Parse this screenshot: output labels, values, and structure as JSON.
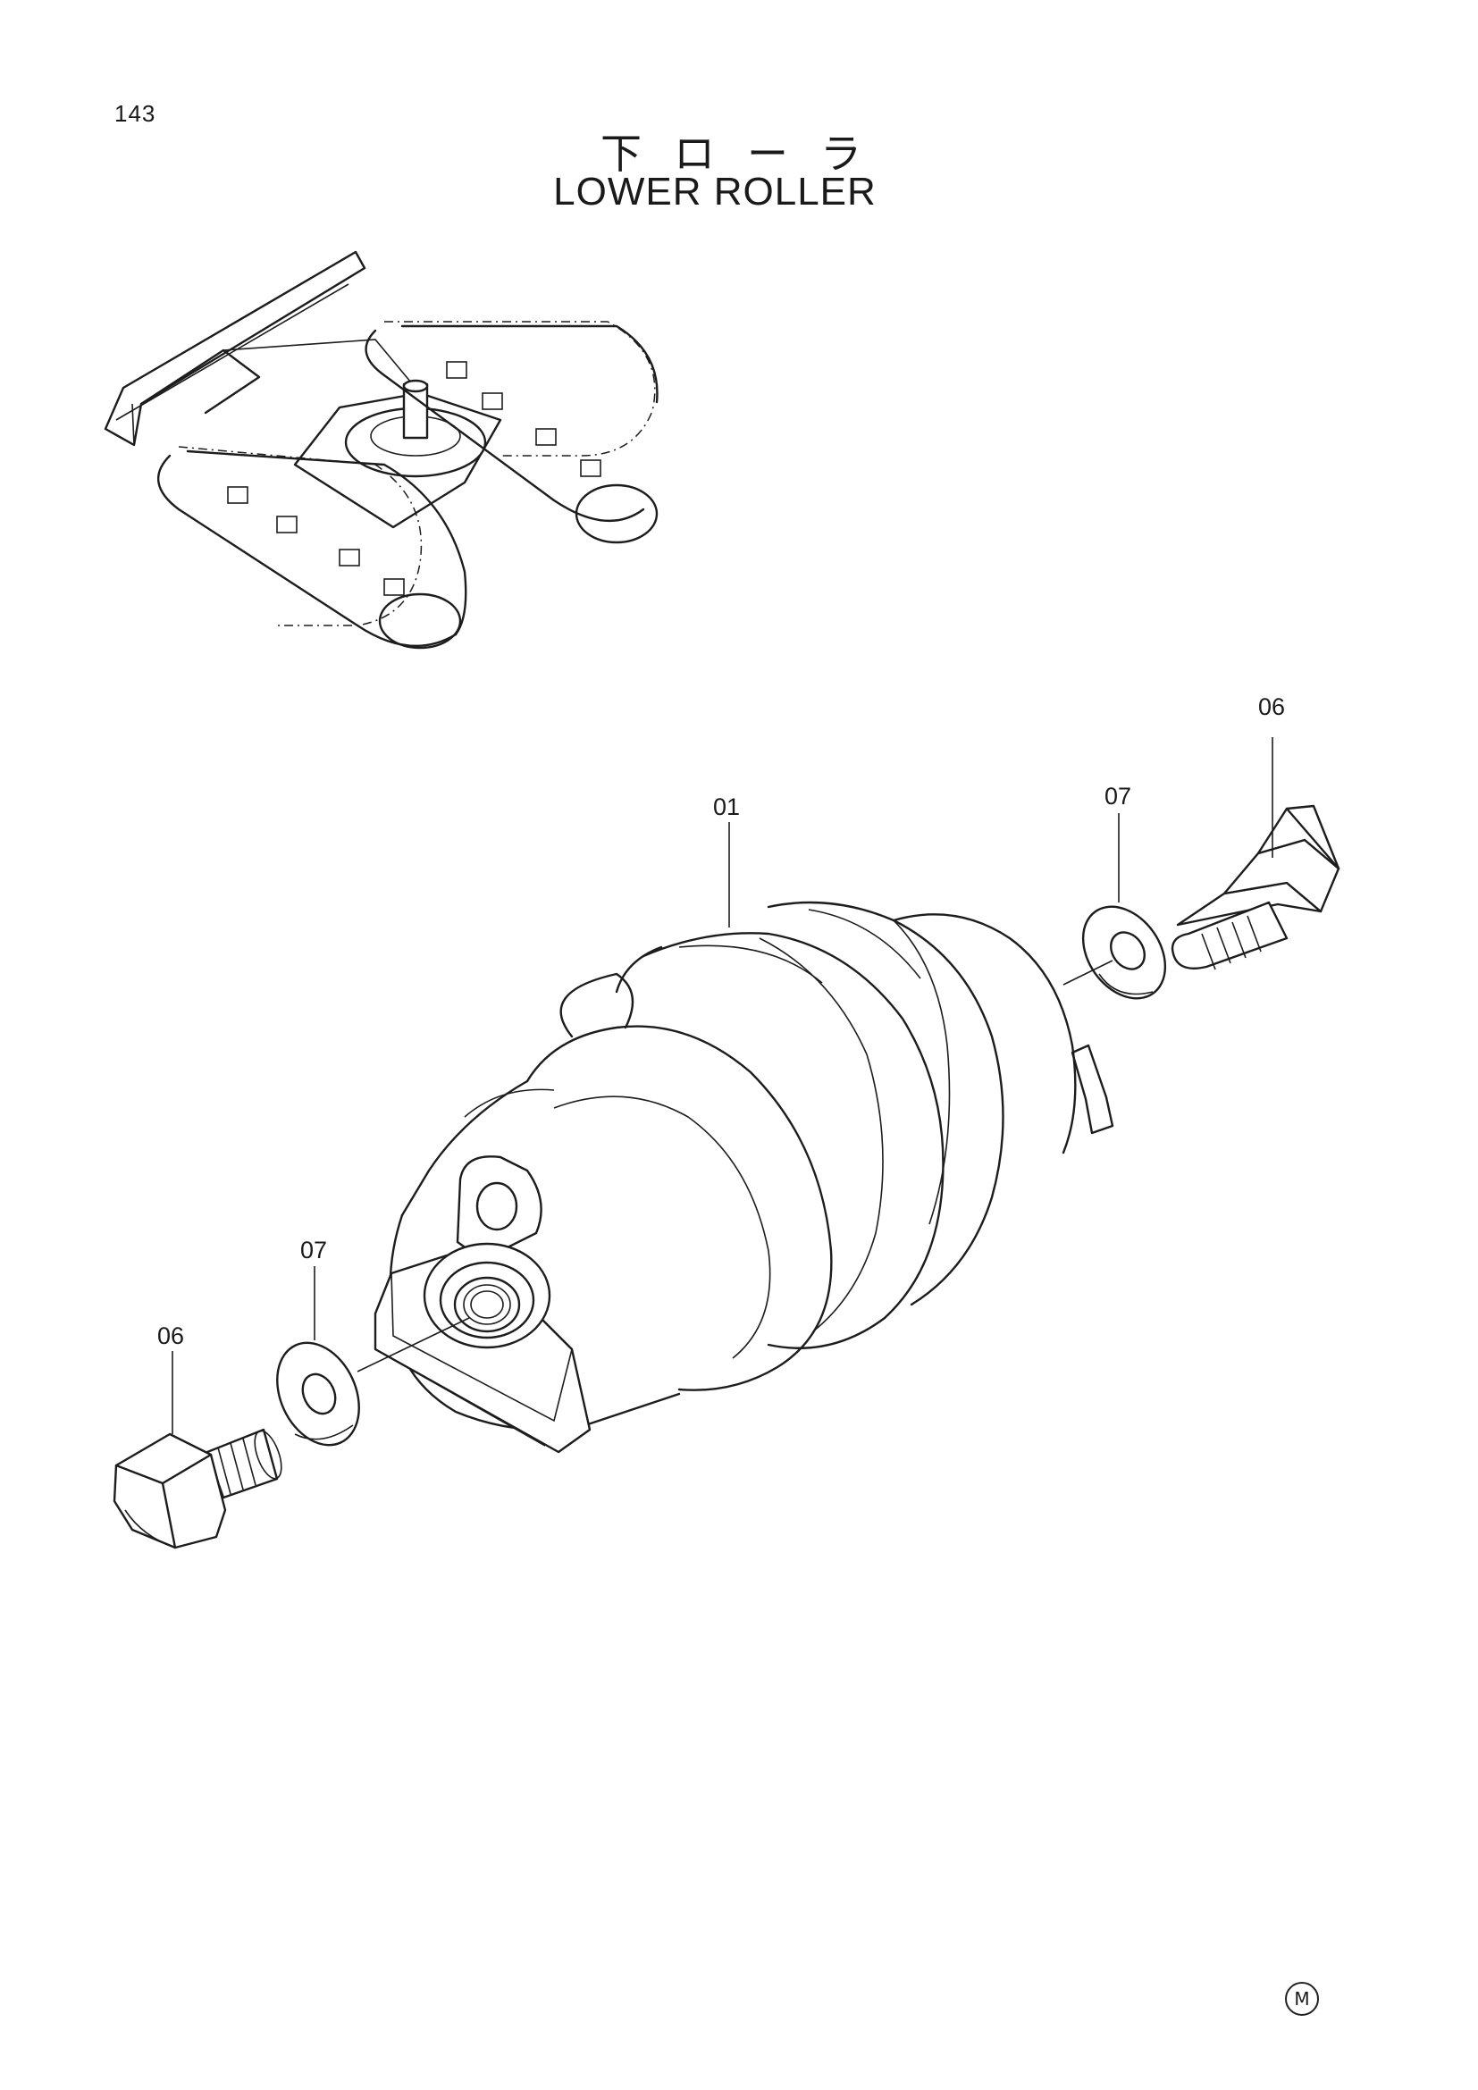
{
  "page": {
    "number": "143",
    "mark": "M"
  },
  "title": {
    "jp": "下ローラ",
    "en": "LOWER ROLLER"
  },
  "parts": [
    {
      "id": "01",
      "label": "01"
    },
    {
      "id": "06-right",
      "label": "06"
    },
    {
      "id": "07-right",
      "label": "07"
    },
    {
      "id": "07-left",
      "label": "07"
    },
    {
      "id": "06-left",
      "label": "06"
    }
  ]
}
